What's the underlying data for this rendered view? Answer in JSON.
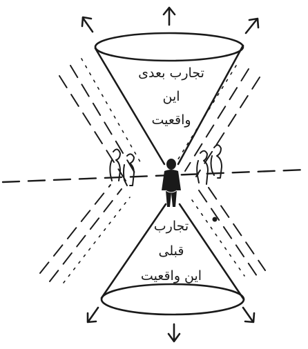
{
  "diagram": {
    "upper_cone_label": {
      "lines": [
        "تجارب بعدی",
        "این",
        "واقعیت"
      ]
    },
    "lower_cone_label": {
      "lines": [
        "تجارب",
        "قبلی",
        "این واقعیت"
      ]
    },
    "colors": {
      "ink": "#1a1a1a",
      "background": "#ffffff"
    }
  }
}
